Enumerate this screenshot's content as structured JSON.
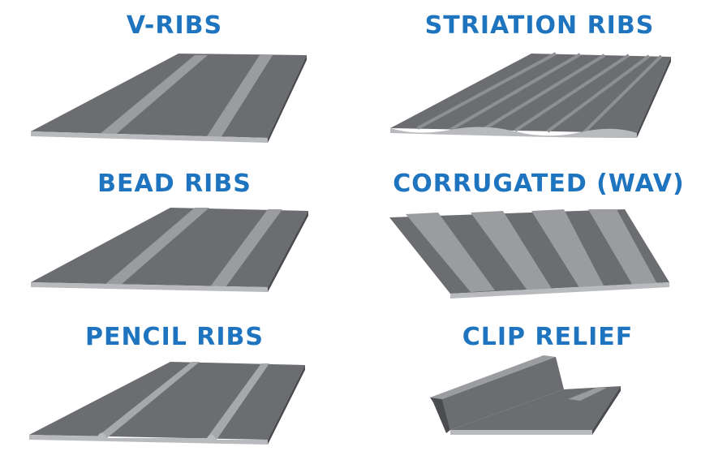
{
  "panels": [
    {
      "title": "V-RIBS"
    },
    {
      "title": "STRIATION RIBS"
    },
    {
      "title": "BEAD RIBS"
    },
    {
      "title": "CORRUGATED (WAV)"
    },
    {
      "title": "PENCIL RIBS"
    },
    {
      "title": "CLIP RELIEF"
    }
  ],
  "colors": {
    "label": "#1f74bf",
    "metal_top": "#6b6d71",
    "metal_light": "#9a9ca0",
    "metal_dark": "#4a4c50",
    "edge": "#b8babe"
  }
}
